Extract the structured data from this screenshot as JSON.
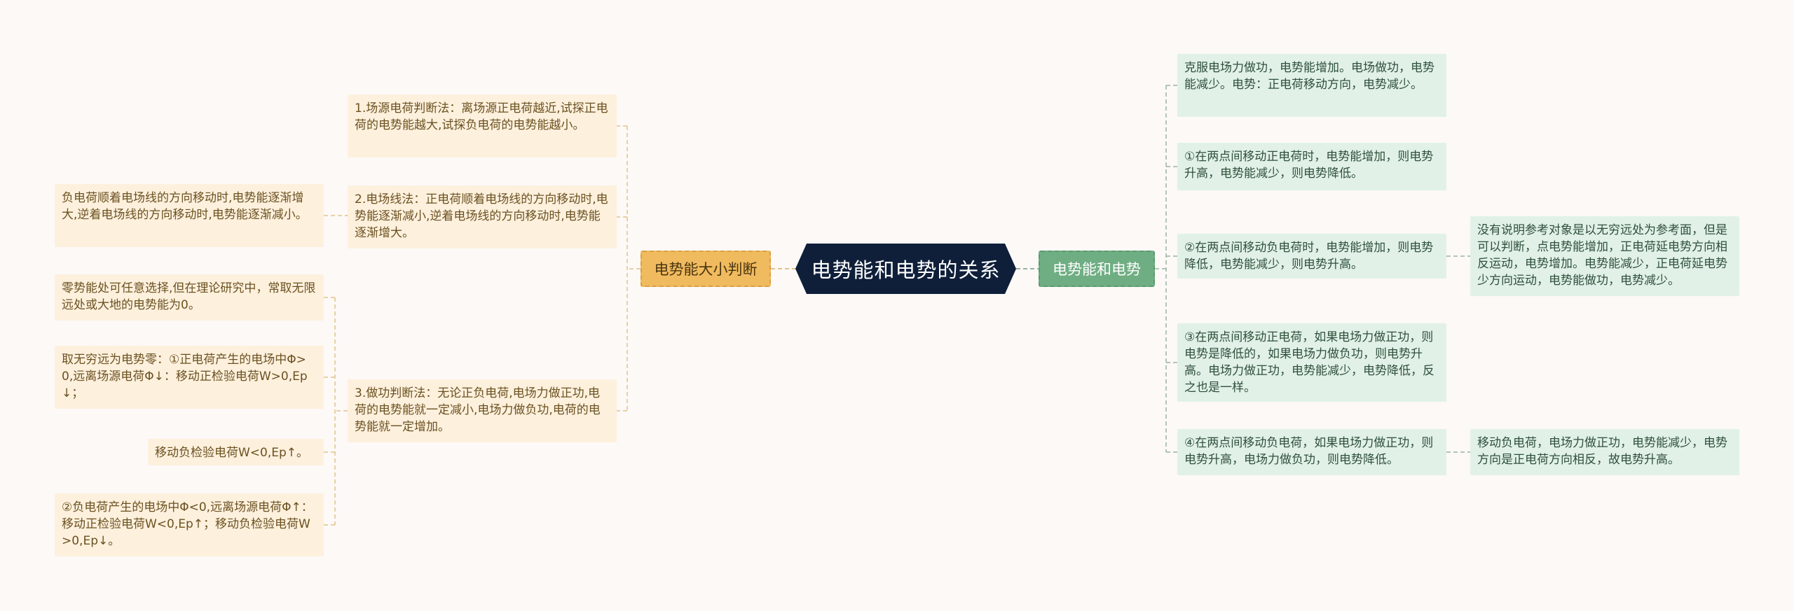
{
  "root": {
    "title": "电势能和电势的关系"
  },
  "left_branch": {
    "label": "电势能大小判断",
    "items": [
      {
        "text": "1.场源电荷判断法：离场源正电荷越近,试探正电荷的电势能越大,试探负电荷的电势能越小。"
      },
      {
        "text": "2.电场线法：正电荷顺着电场线的方向移动时,电势能逐渐减小,逆着电场线的方向移动时,电势能逐渐增大。"
      },
      {
        "text": "3.做功判断法：无论正负电荷,电场力做正功,电荷的电势能就一定减小,电场力做负功,电荷的电势能就一定增加。"
      }
    ],
    "sub_item2": "负电荷顺着电场线的方向移动时,电势能逐渐增大,逆着电场线的方向移动时,电势能逐渐减小。",
    "sub_item3": [
      "零势能处可任意选择,但在理论研究中，常取无限远处或大地的电势能为0。",
      "取无穷远为电势零：①正电荷产生的电场中Φ>0,远离场源电荷Φ↓：移动正检验电荷W>0,Ep↓；",
      "移动负检验电荷W<0,Ep↑。",
      "②负电荷产生的电场中Φ<0,远离场源电荷Φ↑：移动正检验电荷W<0,Ep↑；移动负检验电荷W>0,Ep↓。"
    ]
  },
  "right_branch": {
    "label": "电势能和电势",
    "items": [
      {
        "text": "克服电场力做功，电势能增加。电场做功，电势能减少。电势：正电荷移动方向，电势减少。"
      },
      {
        "text": "①在两点间移动正电荷时，电势能增加，则电势升高，电势能减少，则电势降低。"
      },
      {
        "text": "②在两点间移动负电荷时，电势能增加，则电势降低，电势能减少，则电势升高。"
      },
      {
        "text": "③在两点间移动正电荷，如果电场力做正功，则电势是降低的，如果电场力做负功，则电势升高。电场力做正功，电势能减少，电势降低，反之也是一样。"
      },
      {
        "text": "④在两点间移动负电荷，如果电场力做正功，则电势升高，电场力做负功，则电势降低。"
      }
    ],
    "sub_item2": "没有说明参考对象是以无穷远处为参考面，但是可以判断，点电势能增加，正电荷延电势方向相反运动，电势增加。电势能减少，正电荷延电势少方向运动，电势能做功，电势减少。",
    "sub_item4": "移动负电荷，电场力做正功，电势能减少，电势方向是正电荷方向相反，故电势升高。"
  },
  "colors": {
    "root_bg": "#0f1f3a",
    "left_branch_bg": "#f0ba5e",
    "right_branch_bg": "#6fae83",
    "left_leaf_bg": "#fdf0dd",
    "right_leaf_bg": "#e1f1e7",
    "left_line": "#e0c48a",
    "right_line": "#9ab3a3"
  }
}
